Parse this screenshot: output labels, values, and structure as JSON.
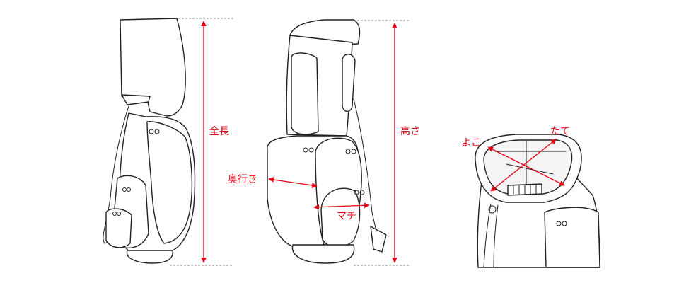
{
  "labels": {
    "total_length": "全長",
    "height": "高さ",
    "depth": "奥行き",
    "gusset": "マチ",
    "width": "よこ",
    "length": "たて"
  },
  "colors": {
    "measure": "#e60012",
    "outline": "#231f20",
    "dashed": "#8c8c8c"
  }
}
